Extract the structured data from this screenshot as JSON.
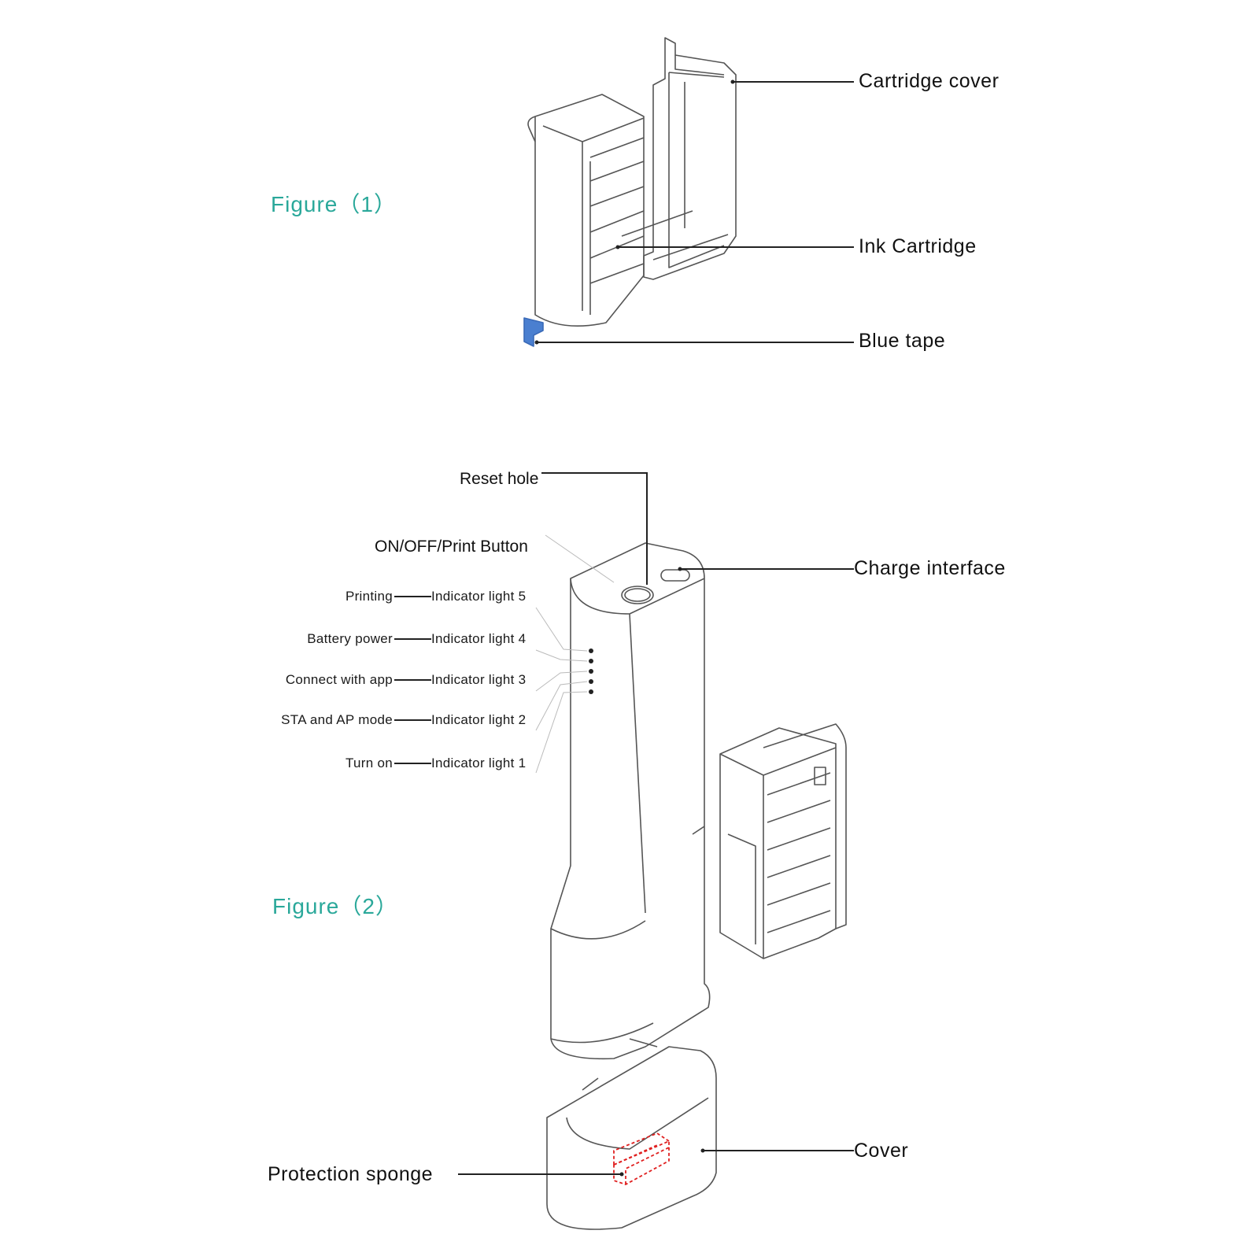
{
  "figures": {
    "figure1": "Figure（1）",
    "figure2": "Figure（2）"
  },
  "figure1_labels": {
    "cartridge_cover": "Cartridge cover",
    "ink_cartridge": "Ink Cartridge",
    "blue_tape": "Blue tape"
  },
  "figure2_labels": {
    "reset_hole": "Reset hole",
    "power_button": "ON/OFF/Print Button",
    "charge_interface": "Charge interface",
    "cover": "Cover",
    "protection_sponge": "Protection sponge"
  },
  "indicators": [
    {
      "function": "Printing",
      "light": "Indicator light 5"
    },
    {
      "function": "Battery power",
      "light": "Indicator light 4"
    },
    {
      "function": "Connect with app",
      "light": "Indicator light 3"
    },
    {
      "function": "STA and AP mode",
      "light": "Indicator light 2"
    },
    {
      "function": "Turn on",
      "light": "Indicator light 1"
    }
  ],
  "colors": {
    "figure_text": "#2aa89a",
    "blue_tape": "#4a7fd0",
    "sponge_outline": "#e02020",
    "line": "#222222"
  }
}
